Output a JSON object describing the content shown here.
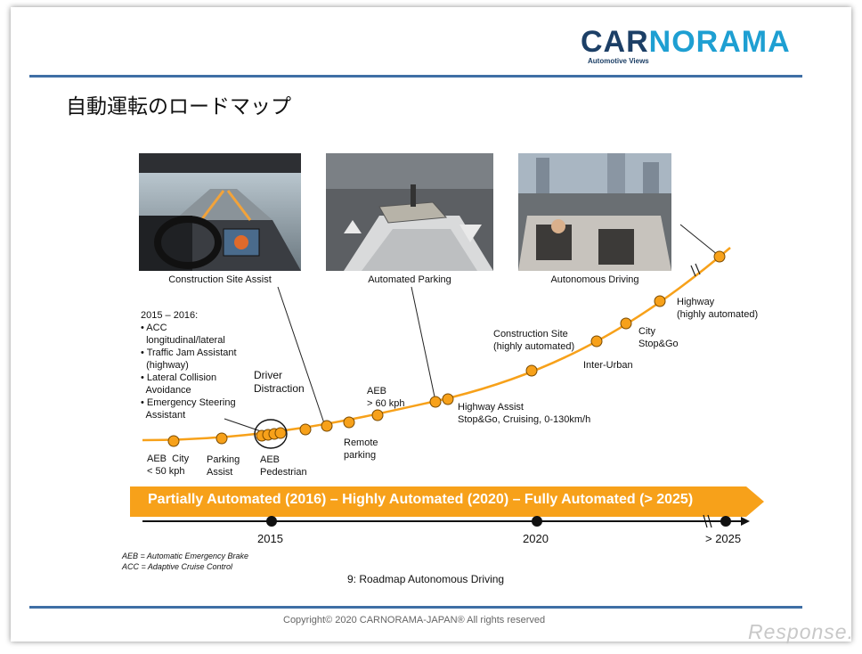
{
  "logo": {
    "main": "CARNORAMA",
    "main_part1": "CAR",
    "main_part2": "NORAMA",
    "subtitle": "Automotive Views"
  },
  "title": "自動運転のロードマップ",
  "photos": [
    {
      "caption": "Construction Site Assist"
    },
    {
      "caption": "Automated Parking"
    },
    {
      "caption": "Autonomous Driving"
    }
  ],
  "left_list": {
    "heading": "2015 – 2016:",
    "items": [
      "• ACC\n  longitudinal/lateral",
      "• Traffic Jam Assistant\n  (highway)",
      "• Lateral Collision\n  Avoidance",
      "• Emergency Steering\n  Assistant"
    ]
  },
  "labels": {
    "aeb_city": "AEB  City\n< 50 kph",
    "parking_assist": "Parking\nAssist",
    "aeb_pedestrian": "AEB\nPedestrian",
    "driver_distraction": "Driver\nDistraction",
    "remote_parking": "Remote\nparking",
    "aeb_60": "AEB\n> 60 kph",
    "highway_assist": "Highway Assist\nStop&Go, Cruising, 0-130km/h",
    "construction_site": "Construction Site\n(highly automated)",
    "inter_urban": "Inter-Urban",
    "city": "City\nStop&Go",
    "highway": "Highway\n(highly automated)"
  },
  "banner": "Partially Automated (2016) – Highly Automated (2020) – Fully Automated (> 2025)",
  "timeline": {
    "years": [
      "2015",
      "2020",
      "> 2025"
    ]
  },
  "legend": [
    "AEB = Automatic Emergency Brake",
    "ACC = Adaptive Cruise Control"
  ],
  "figure_caption": "9: Roadmap Autonomous Driving",
  "copyright": "Copyright© 2020 CARNORAMA-JAPAN® All rights reserved",
  "watermark": "Response.",
  "colors": {
    "accent_orange": "#f7a11a",
    "rule_blue": "#3f6fa5",
    "logo_navy": "#1c3f66",
    "logo_cyan": "#1e9fd2"
  }
}
